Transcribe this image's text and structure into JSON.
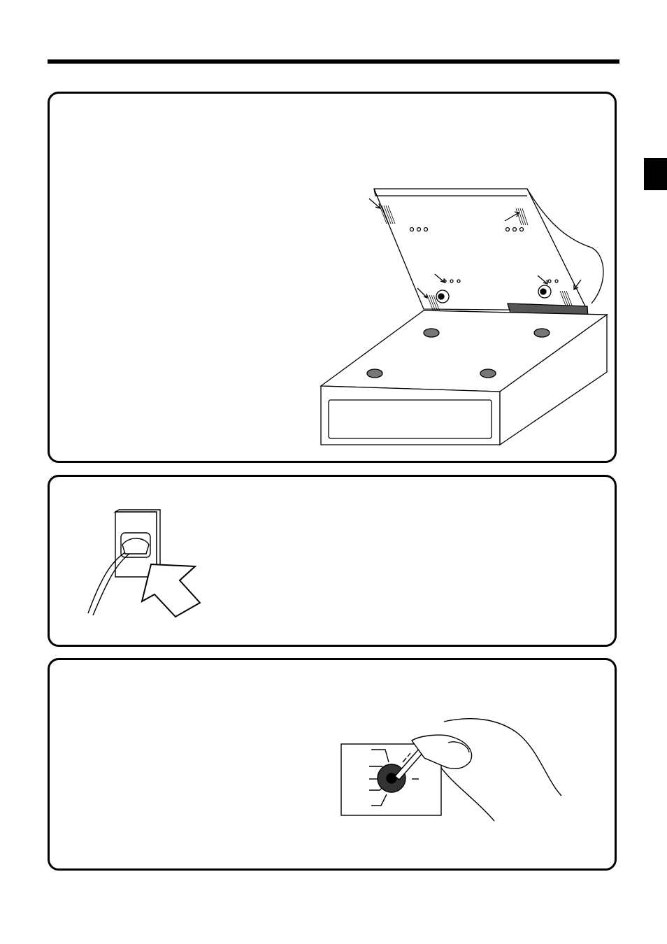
{
  "page": {
    "sections": [
      {
        "id": "open-printer-cover",
        "illustration": "register-with-open-cover-icon"
      },
      {
        "id": "plug-power-cord",
        "illustration": "power-plug-outlet-icon"
      },
      {
        "id": "insert-mode-key",
        "illustration": "mode-key-switch-icon"
      }
    ]
  },
  "colors": {
    "ink": "#000000",
    "paper": "#ffffff",
    "shade": "#555555"
  }
}
